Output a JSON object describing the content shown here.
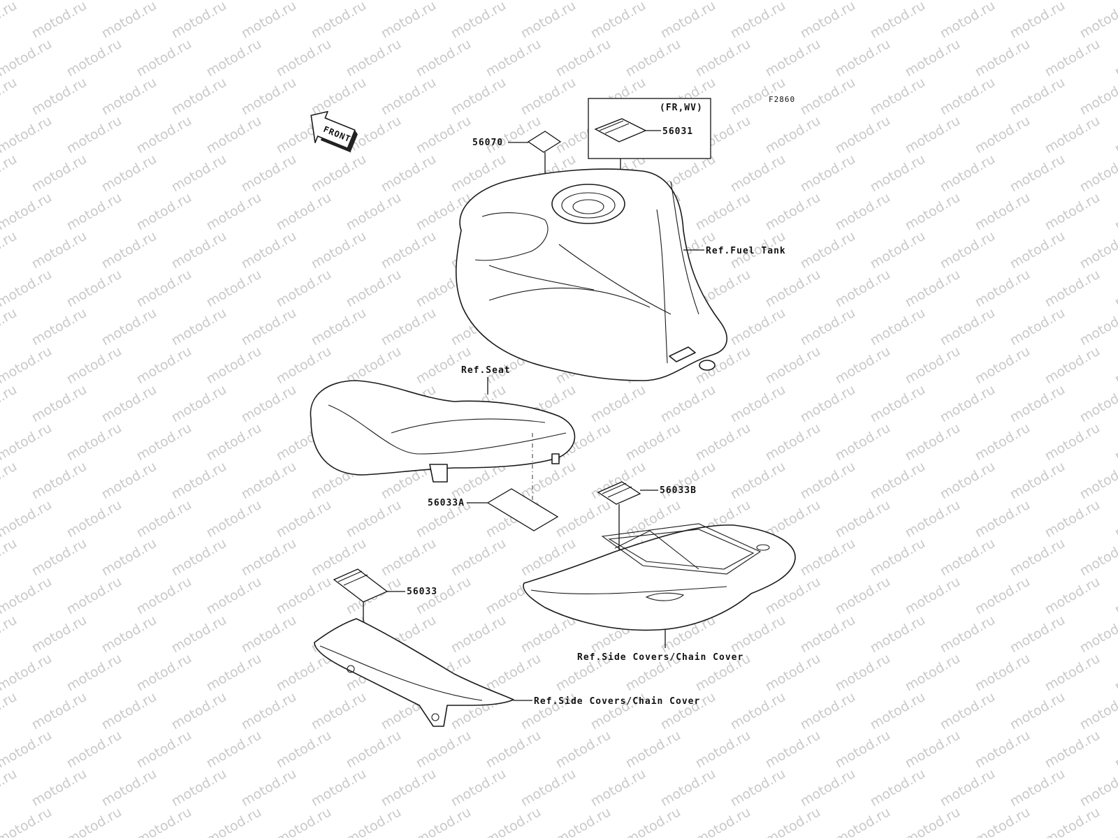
{
  "watermark": {
    "text": "motod.ru",
    "color": "#c9c9c9"
  },
  "diagram": {
    "code": "F2860",
    "front_label": "FRONT",
    "region_note": "(FR,WV)",
    "parts": {
      "p56070": "56070",
      "p56031": "56031",
      "p56033A": "56033A",
      "p56033B": "56033B",
      "p56033": "56033"
    },
    "refs": {
      "fuel_tank": "Ref.Fuel Tank",
      "seat": "Ref.Seat",
      "side_covers_right": "Ref.Side Covers/Chain Cover",
      "side_covers_lower": "Ref.Side Covers/Chain Cover"
    }
  }
}
